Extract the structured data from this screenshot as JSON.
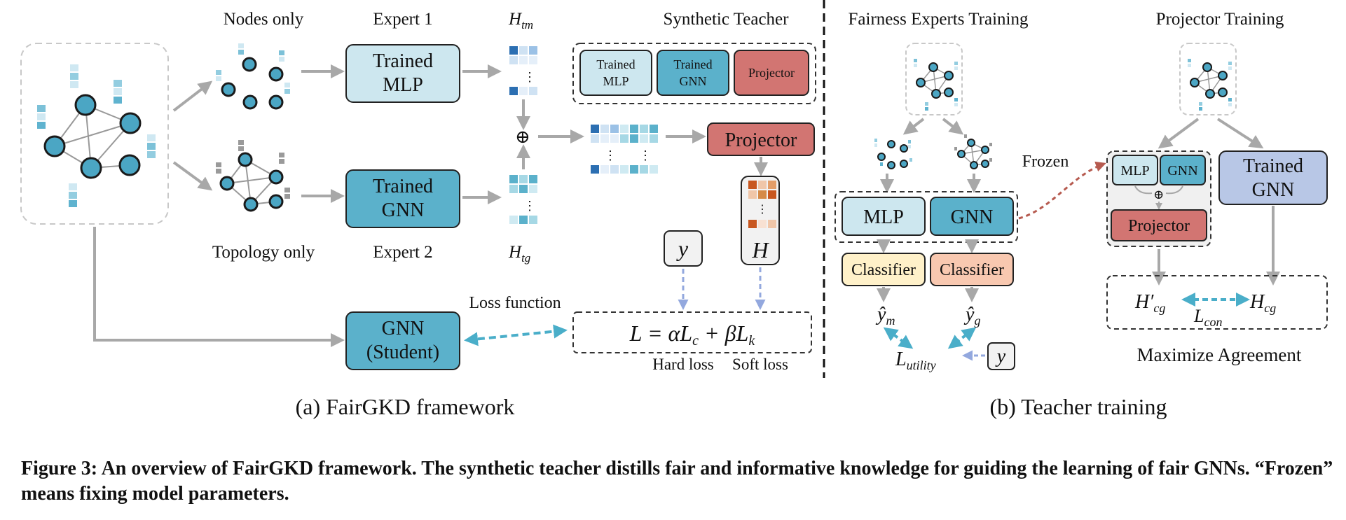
{
  "panel_a": {
    "nodes_only": "Nodes only",
    "topology_only": "Topology only",
    "expert1": "Expert 1",
    "expert2": "Expert 2",
    "trained_mlp": [
      "Trained",
      "MLP"
    ],
    "trained_gnn": [
      "Trained",
      "GNN"
    ],
    "h_tm": "H",
    "h_tm_sub": "tm",
    "h_tg": "H",
    "h_tg_sub": "tg",
    "oplus": "⊕",
    "synthetic_teacher": "Synthetic Teacher",
    "teacher_mlp": [
      "Trained",
      "MLP"
    ],
    "teacher_gnn": [
      "Trained",
      "GNN"
    ],
    "teacher_projector": "Projector",
    "projector": "Projector",
    "y_label": "y",
    "H_label": "H",
    "loss_function": "Loss function",
    "loss_formula": "L = αL",
    "loss_c": "c",
    "loss_plus": " + βL",
    "loss_k": "k",
    "student": [
      "GNN",
      "(Student)"
    ],
    "hard_loss": "Hard loss",
    "soft_loss": "Soft loss",
    "caption": "(a) FairGKD framework"
  },
  "panel_b": {
    "fairness_experts_training": "Fairness Experts Training",
    "projector_training": "Projector Training",
    "frozen": "Frozen",
    "mlp": "MLP",
    "gnn": "GNN",
    "classifier1": "Classifier",
    "classifier2": "Classifier",
    "y_m": "ŷ",
    "y_m_sub": "m",
    "y_g": "ŷ",
    "y_g_sub": "g",
    "l_utility": "L",
    "l_utility_sub": "utility",
    "y_box": "y",
    "inner_mlp": "MLP",
    "inner_gnn": "GNN",
    "inner_projector": "Projector",
    "trained_gnn": [
      "Trained",
      "GNN"
    ],
    "h_cg_prime": "H′",
    "h_cg_prime_sub": "cg",
    "l_con": "L",
    "l_con_sub": "con",
    "h_cg": "H",
    "h_cg_sub": "cg",
    "maximize_agreement": "Maximize Agreement",
    "caption": "(b) Teacher training"
  },
  "figure_caption": "Figure 3: An overview of FairGKD framework. The synthetic teacher distills fair and informative knowledge for guiding the learning of fair GNNs. “Frozen” means fixing model parameters.",
  "colors": {
    "light_blue": "#cde7ef",
    "teal": "#5bb1cb",
    "salmon": "#d27572",
    "light_yellow": "#fff1c9",
    "peach": "#f8c8b0",
    "lavender": "#b8c7e6",
    "node_fill": "#4ba6c4",
    "arrow_gray": "#a8a8a8",
    "dashed_blue": "#4aaec9"
  }
}
